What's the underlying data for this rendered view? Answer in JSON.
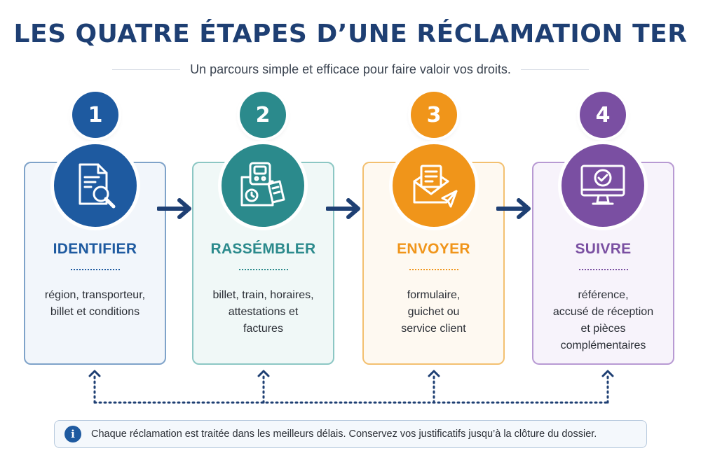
{
  "title": "LES QUATRE ÉTAPES D’UNE RÉCLAMATION TER",
  "subtitle": "Un parcours simple et efficace pour faire valoir vos droits.",
  "steps": [
    {
      "number": "1",
      "title": "IDENTIFIER",
      "desc_lines": [
        "région, transporteur,",
        "billet et conditions"
      ],
      "icon": "document-search-icon",
      "color": "#1e5aa0",
      "bg": "#f2f6fb",
      "border": "#7fa3c9"
    },
    {
      "number": "2",
      "title": "RASSÉMBLER",
      "desc_lines": [
        "billet, train, horaires,",
        "attestations et",
        "factures"
      ],
      "icon": "folder-ticket-icon",
      "color": "#2b8a8c",
      "bg": "#f0f8f7",
      "border": "#8cc7c4"
    },
    {
      "number": "3",
      "title": "ENVOYER",
      "desc_lines": [
        "formulaire,",
        "guichet ou",
        "service client"
      ],
      "icon": "envelope-send-icon",
      "color": "#f0951a",
      "bg": "#fef9f1",
      "border": "#f3c070"
    },
    {
      "number": "4",
      "title": "SUIVRE",
      "desc_lines": [
        "référence,",
        "accusé de réception",
        "et pièces",
        "complémentaires"
      ],
      "icon": "monitor-check-icon",
      "color": "#7a4fa2",
      "bg": "#f7f3fb",
      "border": "#b89ad3"
    }
  ],
  "info": {
    "icon": "info-icon",
    "text": "Chaque réclamation est traitée dans les meilleurs délais. Conservez vos justificatifs jusqu’à la clôture du dossier."
  },
  "colors": {
    "title": "#1e3f73",
    "arrow": "#1e3f73",
    "info_icon": "#1e5aa0"
  }
}
